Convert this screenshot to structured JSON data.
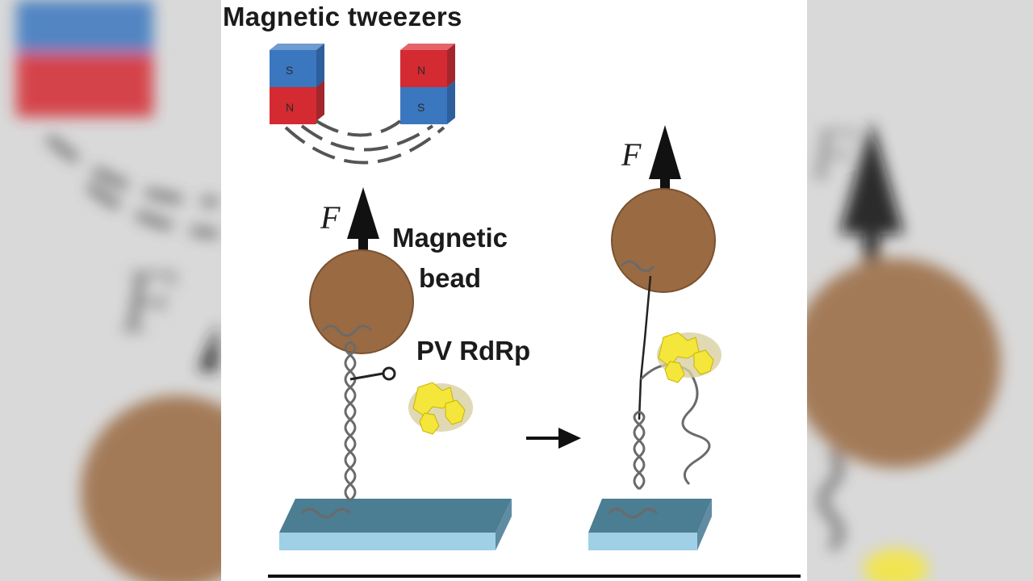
{
  "title": "Magnetic tweezers",
  "force_symbol": "F",
  "bead_label_line1": "Magnetic",
  "bead_label_line2": "bead",
  "enzyme_label": "PV RdRp",
  "magnets": {
    "left_top_pole": "S",
    "left_bottom_pole": "N",
    "right_top_pole": "N",
    "right_bottom_pole": "S"
  },
  "colors": {
    "magnet_north": "#d42a32",
    "magnet_south": "#3a77bf",
    "bead": "#9a6a42",
    "enzyme": "#f4e63b",
    "enzyme_shadow": "#d8cfa0",
    "surface": "#4b7d93",
    "surface_edge": "#9fd0e6",
    "dna": "#6a6a6a",
    "background_blur": "#d9d9d9"
  }
}
